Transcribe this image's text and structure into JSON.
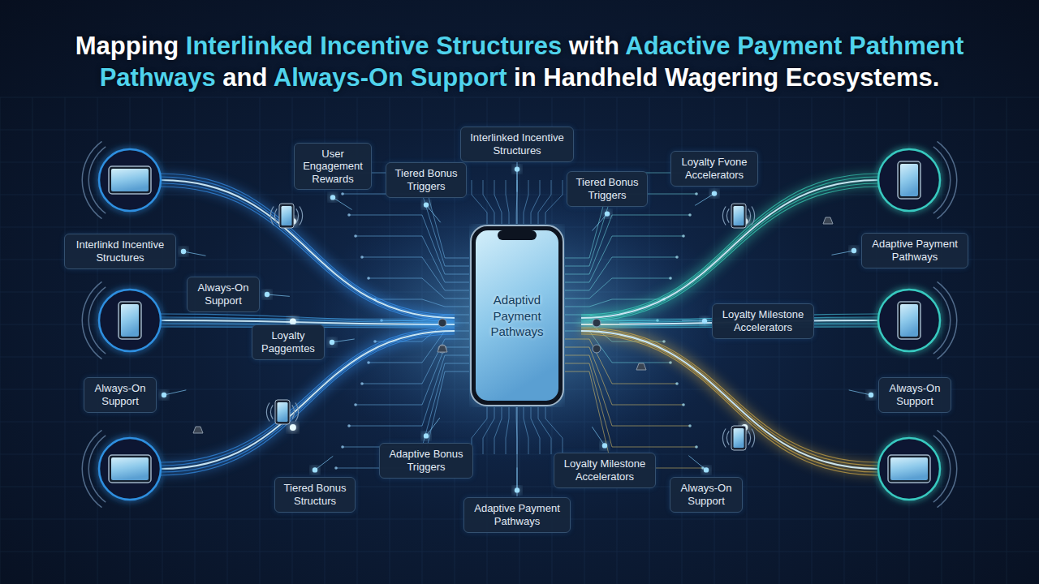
{
  "diagram": {
    "title": "Mapping Interlinked Incentive Structures with Adactive Payment Pathment Pathways and Always-On Support in Handheld Wagering Ecosystems.",
    "nodes": [
      {
        "text": [
          "User Engagement Rewards"
        ]
      },
      {
        "text": [
          "Interlinked Incentive Structures"
        ]
      },
      {
        "text": [
          "Tiered Bonus Triggers"
        ]
      },
      {
        "text": [
          "Tiered Bonus Triggers"
        ]
      },
      {
        "text": [
          "Loyalty Fvone Accelerators"
        ]
      },
      {
        "text": [
          "Interlinkd Incentive Structures"
        ]
      },
      {
        "text": [
          "Adaptive Payment Pathways"
        ]
      },
      {
        "text": [
          "Always-On Support"
        ]
      },
      {
        "text": [
          "Adaptivd Payment Pathways"
        ]
      },
      {
        "text": [
          "Loyalty Milestone Accelerators"
        ]
      },
      {
        "text": [
          "Loyalty Paggemtes"
        ]
      },
      {
        "text": [
          "Always-On Support"
        ]
      },
      {
        "text": [
          "Always-On Support"
        ]
      },
      {
        "text": [
          "Adaptive Bonus Triggers"
        ]
      },
      {
        "text": [
          "Loyalty Milestone Accelerators"
        ]
      },
      {
        "text": [
          "Tiered Bonus Structurs"
        ]
      },
      {
        "text": [
          "Always-On Support"
        ]
      },
      {
        "text": [
          "Adaptive Payment Pathways"
        ]
      }
    ]
  }
}
